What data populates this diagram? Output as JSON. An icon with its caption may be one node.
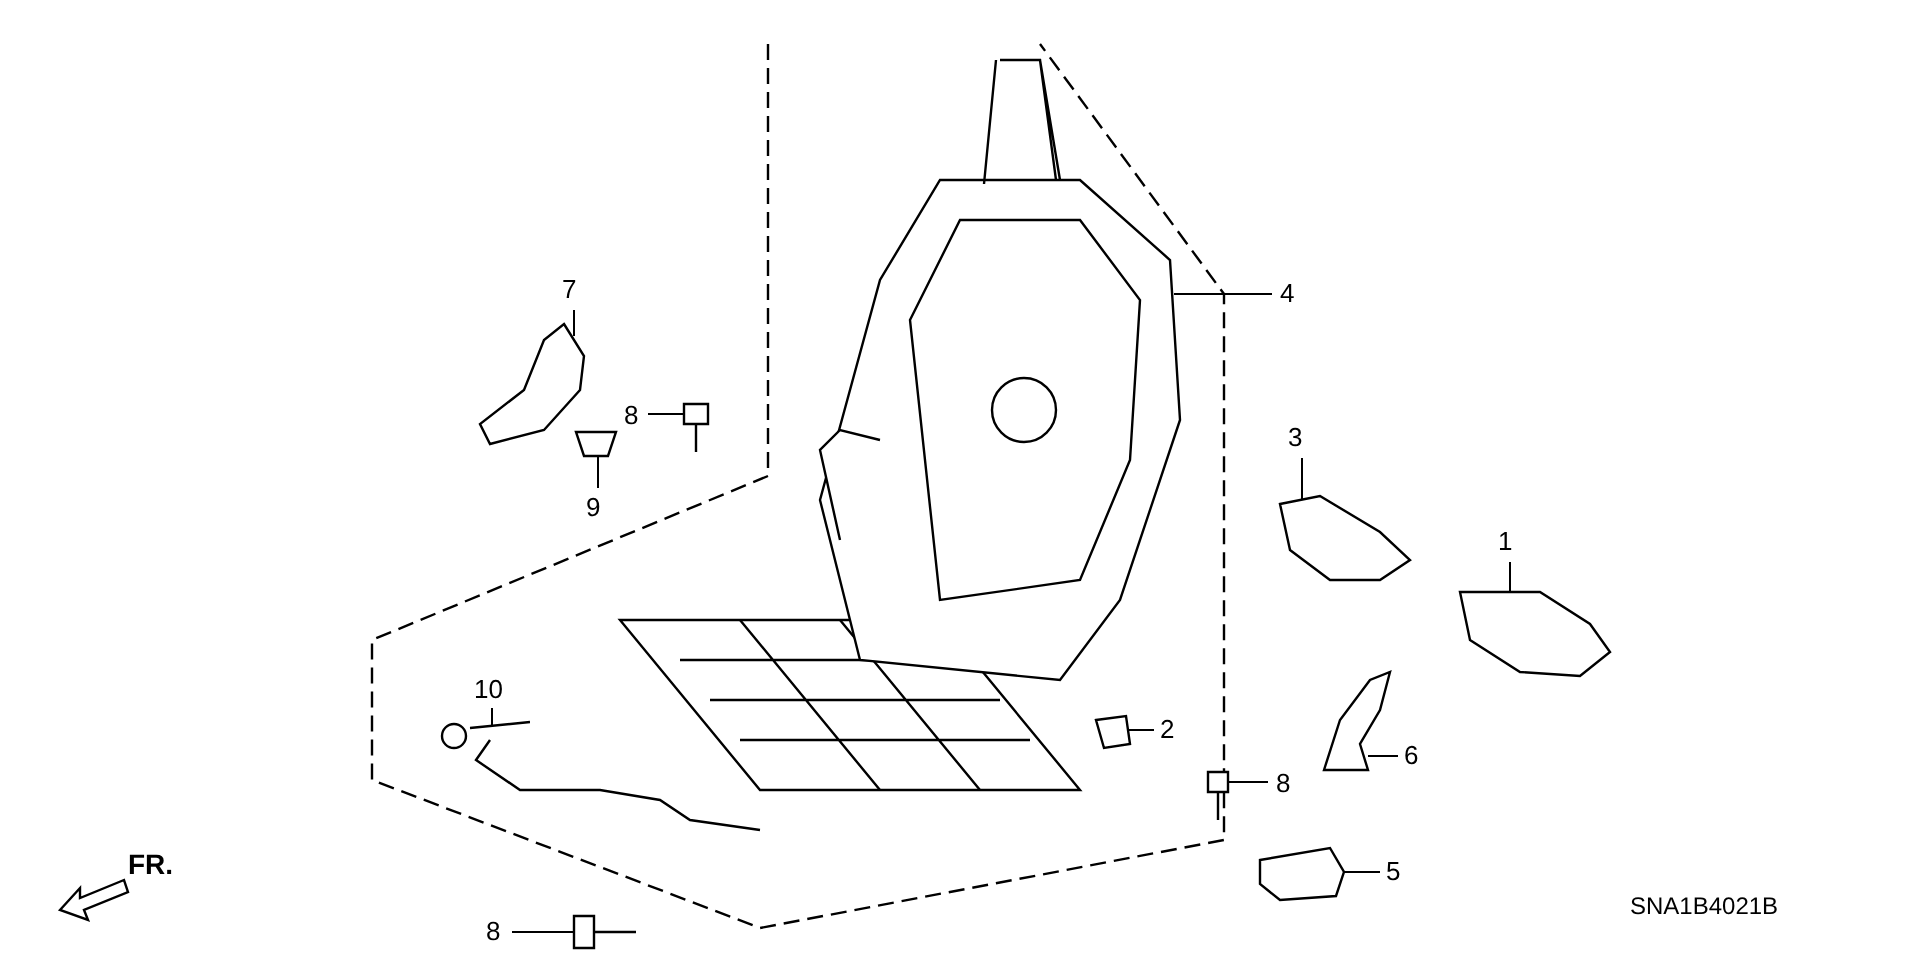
{
  "diagram": {
    "nodes": [
      {
        "text": [
          "7"
        ]
      },
      {
        "text": [
          "4"
        ]
      },
      {
        "text": [
          "8"
        ]
      },
      {
        "text": [
          "3"
        ]
      },
      {
        "text": [
          "9"
        ]
      },
      {
        "text": [
          "1"
        ]
      },
      {
        "text": [
          "10"
        ]
      },
      {
        "text": [
          "2"
        ]
      },
      {
        "text": [
          "6"
        ]
      },
      {
        "text": [
          "8"
        ]
      },
      {
        "text": [
          "5"
        ]
      },
      {
        "text": [
          "8"
        ]
      },
      {
        "text": [],
        "shape": "picture"
      },
      {
        "text": [],
        "shape": "picture"
      },
      {
        "text": [],
        "shape": "picture"
      },
      {
        "text": [],
        "shape": "picture"
      },
      {
        "text": [],
        "shape": "picture"
      },
      {
        "text": [],
        "shape": "picture"
      },
      {
        "text": [],
        "shape": "picture"
      },
      {
        "text": [],
        "shape": "picture"
      },
      {
        "text": [],
        "shape": "picture"
      },
      {
        "text": [],
        "shape": "picture"
      },
      {
        "text": [],
        "shape": "picture"
      },
      {
        "text": [],
        "shape": "picture"
      }
    ],
    "edges": [
      {
        "from": 0,
        "to": 13,
        "arrow": "none"
      },
      {
        "from": 1,
        "to": 17,
        "arrow": "none"
      },
      {
        "from": 2,
        "to": 16,
        "arrow": "none"
      },
      {
        "from": 3,
        "to": 21,
        "arrow": "none"
      },
      {
        "from": 4,
        "to": 15,
        "arrow": "none"
      },
      {
        "from": 5,
        "to": 23,
        "arrow": "none"
      },
      {
        "from": 6,
        "to": 12,
        "arrow": "none"
      },
      {
        "from": 7,
        "to": 18,
        "arrow": "none"
      },
      {
        "from": 8,
        "to": 22,
        "arrow": "none"
      },
      {
        "from": 9,
        "to": 19,
        "arrow": "none"
      },
      {
        "from": 10,
        "to": 20,
        "arrow": "none"
      },
      {
        "from": 11,
        "to": 14,
        "arrow": "none"
      }
    ],
    "labels": [
      "FR.",
      "SNA1B4021B"
    ]
  }
}
